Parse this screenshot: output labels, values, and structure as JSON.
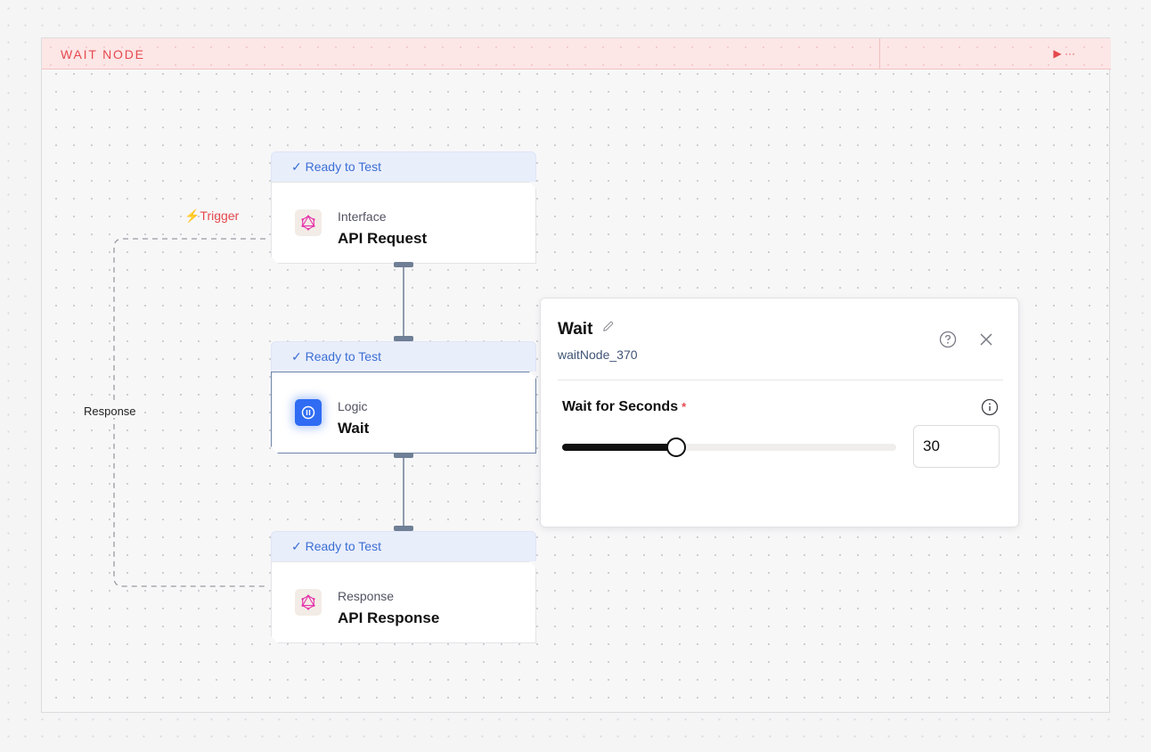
{
  "frame": {
    "title": "WAIT NODE",
    "actions": {
      "run_glyph": "▶",
      "more_glyph": "···"
    }
  },
  "edges": {
    "trigger_label": "⚡Trigger",
    "response_label": "Response"
  },
  "nodes": [
    {
      "status": "✓ Ready to Test",
      "category": "Interface",
      "name": "API Request",
      "icon": "graphql-icon"
    },
    {
      "status": "✓ Ready to Test",
      "category": "Logic",
      "name": "Wait",
      "icon": "pause-icon"
    },
    {
      "status": "✓ Ready to Test",
      "category": "Response",
      "name": "API Response",
      "icon": "graphql-icon"
    }
  ],
  "panel": {
    "title": "Wait",
    "subtitle": "waitNode_370",
    "field": {
      "label": "Wait for Seconds",
      "required_mark": "*",
      "value": "30",
      "slider_fraction": 0.34
    }
  },
  "colors": {
    "accent_red": "#e5484d",
    "status_blue": "#3b6fd4",
    "wait_icon_blue": "#2f6cf3",
    "graphql_pink": "#e535ab"
  }
}
